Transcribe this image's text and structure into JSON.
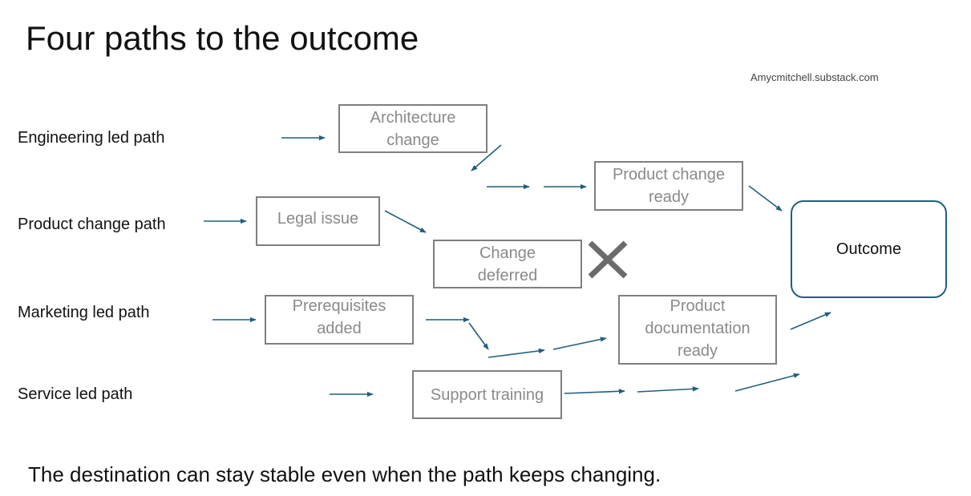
{
  "title": "Four paths to the outcome",
  "credit": "Amycmitchell.substack.com",
  "paths": {
    "engineering": "Engineering led path",
    "product": "Product change path",
    "marketing": "Marketing led path",
    "service": "Service led path"
  },
  "boxes": {
    "architecture_change": [
      "Architecture",
      "change"
    ],
    "product_change_ready": [
      "Product change",
      "ready"
    ],
    "legal_issue": [
      "Legal issue"
    ],
    "change_deferred": [
      "Change",
      "deferred"
    ],
    "prerequisites_added": [
      "Prerequisites",
      "added"
    ],
    "product_documentation_ready": [
      "Product",
      "documentation",
      "ready"
    ],
    "support_training": [
      "Support training"
    ]
  },
  "outcome": "Outcome",
  "caption": "The destination can stay stable even when the path keeps changing.",
  "colors": {
    "arrow": "#215f7e",
    "box_border": "#7f7f7f",
    "box_text": "#8a8a8a",
    "cross": "#6b6b6b",
    "outcome_border": "#215f7e"
  }
}
